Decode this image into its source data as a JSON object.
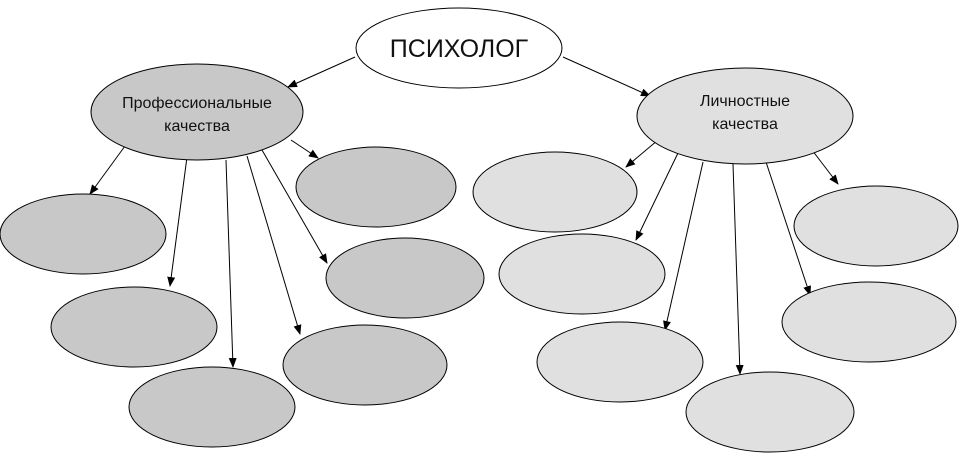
{
  "root": {
    "label": "ПСИХОЛОГ"
  },
  "branches": [
    {
      "label_lines": [
        "Профессиональные",
        "качества"
      ],
      "fill": "#c8c8c8",
      "child_fill": "#c8c8c8",
      "children": 6
    },
    {
      "label_lines": [
        "Личностные",
        "качества"
      ],
      "fill": "#e0e0e0",
      "child_fill": "#e0e0e0",
      "children": 6
    }
  ],
  "colors": {
    "root_fill": "#ffffff",
    "stroke": "#000000"
  }
}
